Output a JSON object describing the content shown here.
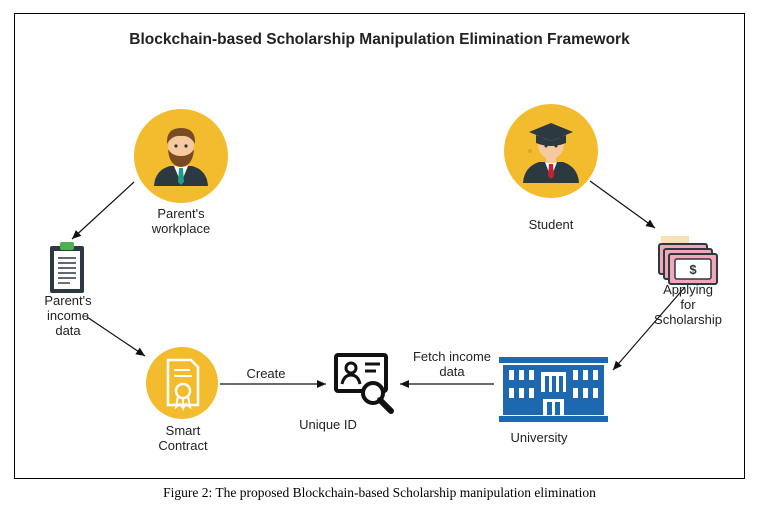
{
  "title": "Blockchain-based Scholarship Manipulation Elimination Framework",
  "caption": "Figure 2: The proposed Blockchain-based Scholarship manipulation elimination",
  "nodes": {
    "parent_workplace": {
      "line1": "Parent's",
      "line2": "workplace",
      "icon": "businessman-icon"
    },
    "parent_income": {
      "line1": "Parent's",
      "line2": "income",
      "line3": "data",
      "icon": "clipboard-document-icon"
    },
    "smart_contract": {
      "line1": "Smart",
      "line2": "Contract",
      "icon": "certificate-icon"
    },
    "unique_id": {
      "label": "Unique ID",
      "icon": "id-card-search-icon"
    },
    "university": {
      "label": "University",
      "icon": "university-building-icon"
    },
    "student": {
      "label": "Student",
      "icon": "graduate-student-icon"
    },
    "applying": {
      "line1": "Applying",
      "line2": "for",
      "line3": "Scholarship",
      "icon": "money-bills-icon"
    }
  },
  "edges": {
    "create": "Create",
    "fetch_line1": "Fetch income",
    "fetch_line2": "data"
  },
  "colors": {
    "circle": "#F2BC2E",
    "skin": "#F7C9A0",
    "dark": "#2D3940",
    "blue": "#1E68B0",
    "pink": "#F3A6B8"
  }
}
